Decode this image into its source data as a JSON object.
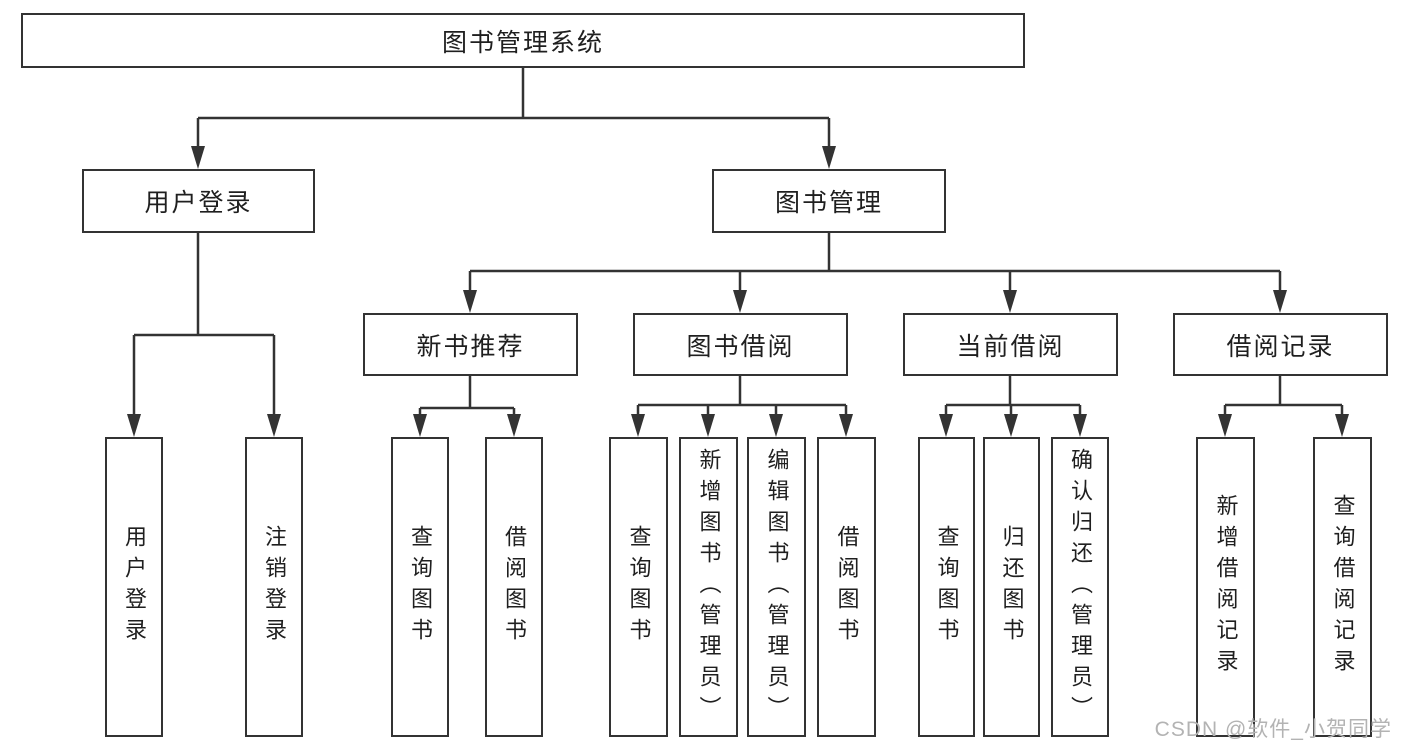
{
  "tree": {
    "root": {
      "label": "图书管理系统"
    },
    "branches": [
      {
        "label": "用户登录",
        "children": [
          {
            "label": "用户登录"
          },
          {
            "label": "注销登录"
          }
        ]
      },
      {
        "label": "图书管理",
        "children": [
          {
            "label": "新书推荐",
            "children": [
              {
                "label": "查询图书"
              },
              {
                "label": "借阅图书"
              }
            ]
          },
          {
            "label": "图书借阅",
            "children": [
              {
                "label": "查询图书"
              },
              {
                "label": "新增图书（管理员）"
              },
              {
                "label": "编辑图书（管理员）"
              },
              {
                "label": "借阅图书"
              }
            ]
          },
          {
            "label": "当前借阅",
            "children": [
              {
                "label": "查询图书"
              },
              {
                "label": "归还图书"
              },
              {
                "label": "确认归还（管理员）"
              }
            ]
          },
          {
            "label": "借阅记录",
            "children": [
              {
                "label": "新增借阅记录"
              },
              {
                "label": "查询借阅记录"
              }
            ]
          }
        ]
      }
    ]
  },
  "watermark": {
    "text": "CSDN @软件_小贺同学"
  },
  "colors": {
    "line": "#333333",
    "border": "#333333",
    "text": "#1f1f1f",
    "node_fill": "#ffffff",
    "background": "#ffffff",
    "watermark": "#b3b3b3"
  }
}
